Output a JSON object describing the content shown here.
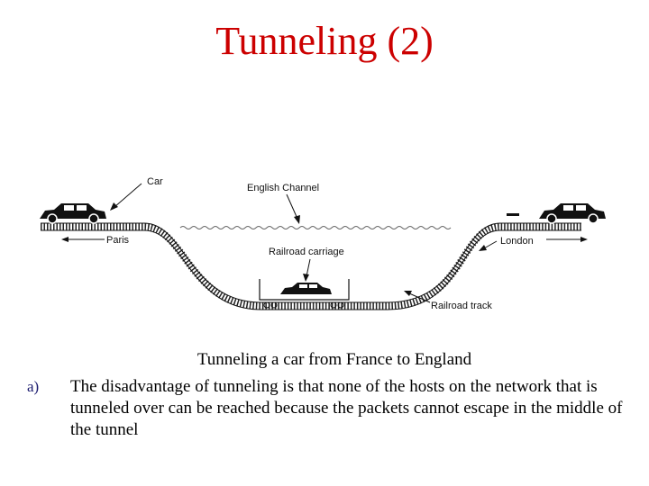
{
  "slide": {
    "title": "Tunneling (2)",
    "caption": "Tunneling a car from France to England",
    "bullet_marker": "a)",
    "bullet_text": "The disadvantage of tunneling is that none of the hosts on the network that is tunneled over can be reached because the packets cannot escape in the middle of the tunnel"
  },
  "diagram": {
    "labels": {
      "car": "Car",
      "channel": "English Channel",
      "paris": "Paris",
      "london": "London",
      "carriage": "Railroad carriage",
      "track": "Railroad track"
    }
  },
  "colors": {
    "title": "#cc0000",
    "bullet": "#1a1a6e"
  }
}
